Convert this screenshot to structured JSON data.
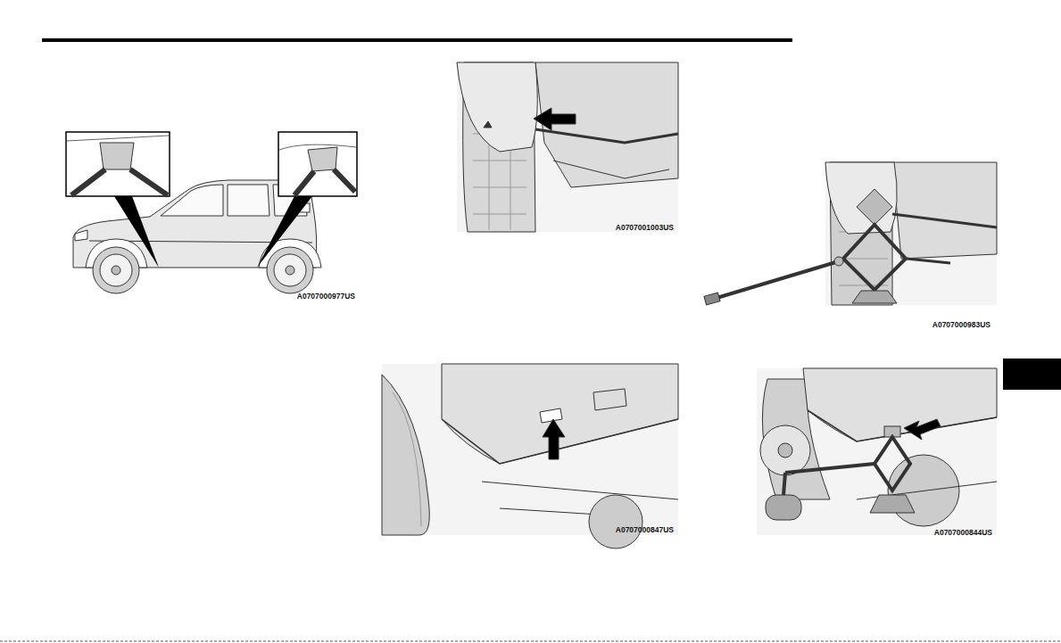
{
  "diagram": {
    "labels": [
      "A0707000977US",
      "A0707001003US",
      "A0707000847US",
      "A0707000983US",
      "A0707000844US"
    ]
  }
}
